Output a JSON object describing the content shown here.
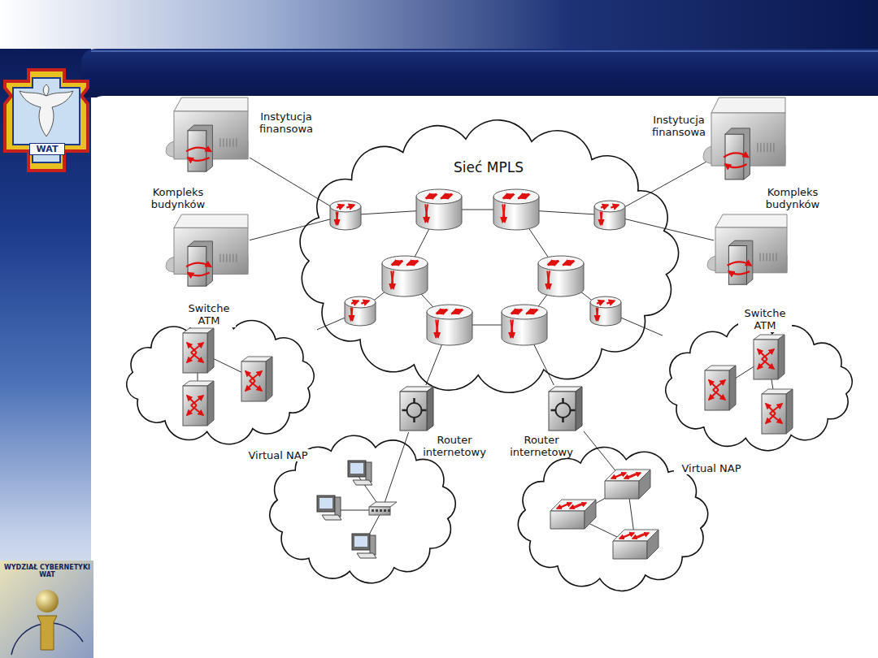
{
  "diagram": {
    "nodes": [
      {
        "text": [
          "Instytucja finansowa"
        ]
      },
      {
        "text": [
          "Instytucja finansowa"
        ]
      },
      {
        "text": [
          "Sieć MPLS"
        ]
      },
      {
        "text": [
          "Kompleks budynków"
        ]
      },
      {
        "text": [
          "Kompleks budynków"
        ]
      },
      {
        "text": [
          "Switche ATM"
        ]
      },
      {
        "text": [
          "Switche ATM"
        ]
      },
      {
        "text": [
          "Router internetowy"
        ]
      },
      {
        "text": [
          "Router internetowy"
        ]
      },
      {
        "text": [
          "Virtual NAP"
        ]
      },
      {
        "text": [
          "Virtual NAP"
        ]
      }
    ],
    "edges": [
      {
        "from": 0,
        "to": 2,
        "arrow": "none"
      },
      {
        "from": 3,
        "to": 2,
        "arrow": "none"
      },
      {
        "from": 1,
        "to": 2,
        "arrow": "none"
      },
      {
        "from": 4,
        "to": 2,
        "arrow": "none"
      },
      {
        "from": 5,
        "to": 2,
        "arrow": "none"
      },
      {
        "from": 6,
        "to": 2,
        "arrow": "none"
      },
      {
        "from": 7,
        "to": 2,
        "arrow": "none"
      },
      {
        "from": 8,
        "to": 2,
        "arrow": "none"
      },
      {
        "from": 7,
        "to": 9,
        "arrow": "none"
      },
      {
        "from": 8,
        "to": 10,
        "arrow": "none"
      }
    ],
    "labels": [
      "WAT",
      "WYDZIAŁ CYBERNETYKI WAT"
    ]
  }
}
